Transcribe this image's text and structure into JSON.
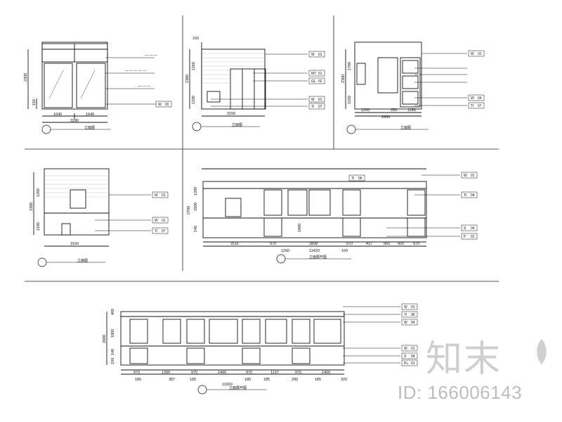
{
  "sheet": {
    "views": [
      {
        "id": "elev-1",
        "width_segments": [
          "1640",
          "1640"
        ],
        "overall_width": "3280",
        "height_segments": [
          "150"
        ],
        "overall_height": "2300",
        "material_tags": [
          [
            "W",
            "02"
          ]
        ],
        "title": "立面图"
      },
      {
        "id": "elev-2",
        "top_dim": "150",
        "overall_width": "3150",
        "height_segments": [
          "1160",
          "1100"
        ],
        "overall_height": "2300",
        "material_tags": [
          [
            "W",
            "01"
          ],
          [
            "MT",
            "01"
          ],
          [
            "GL",
            "02"
          ],
          [
            "W",
            "01"
          ],
          [
            "TI",
            "07"
          ]
        ],
        "title": "立面图"
      },
      {
        "id": "elev-3",
        "width_segments": [
          "1200",
          "250",
          "1150"
        ],
        "overall_width": "2600",
        "height_segments": [
          "1700",
          "1100"
        ],
        "overall_height": "2300",
        "material_tags": [
          [
            "W",
            "01"
          ],
          [
            "W",
            "04"
          ],
          [
            "TI",
            "07"
          ]
        ],
        "title": "立面图"
      },
      {
        "id": "elev-4",
        "overall_width": "3150",
        "height_segments": [
          "1200",
          "1100"
        ],
        "overall_height": "2300",
        "material_tags": [
          [
            "W",
            "01"
          ],
          [
            "W",
            "01"
          ],
          [
            "TI",
            "07"
          ]
        ],
        "title": "立面图"
      },
      {
        "id": "elev-5",
        "width_segments": [
          "3115",
          "970",
          "2808",
          "970",
          "437",
          "950",
          "420",
          "970"
        ],
        "overall_width": "11420",
        "extra_dims": [
          "1260",
          "160"
        ],
        "height_segments": [
          "1200",
          "1800",
          "140"
        ],
        "overall_height": "2700",
        "middle_height": "1800",
        "material_tags": [
          [
            "W",
            "01"
          ],
          [
            "TI",
            "04"
          ],
          [
            "S",
            "04"
          ],
          [
            "P",
            "01"
          ]
        ],
        "top_tag": [
          "TI",
          "06"
        ],
        "title": "立面展开图"
      },
      {
        "id": "elev-6",
        "width_segments": [
          "970",
          "1300",
          "970",
          "1460",
          "970",
          "1137",
          "970",
          "1460"
        ],
        "bottom_segments": [
          "185",
          "387",
          "185",
          "185",
          "185",
          "290",
          "185",
          "320"
        ],
        "overall_width": "11920",
        "height_segments": [
          "400",
          "1800",
          "140",
          "100"
        ],
        "overall_height": "2600",
        "material_tags": [
          [
            "W",
            "01"
          ],
          [
            "TI",
            "06"
          ],
          [
            "W",
            "04"
          ],
          [
            "W",
            "01"
          ],
          [
            "S",
            "04"
          ],
          [
            "PL",
            "01"
          ]
        ],
        "title": "立面展开图"
      }
    ]
  },
  "watermark": {
    "logo_text": "知末",
    "id_text": "ID: 166006143"
  }
}
